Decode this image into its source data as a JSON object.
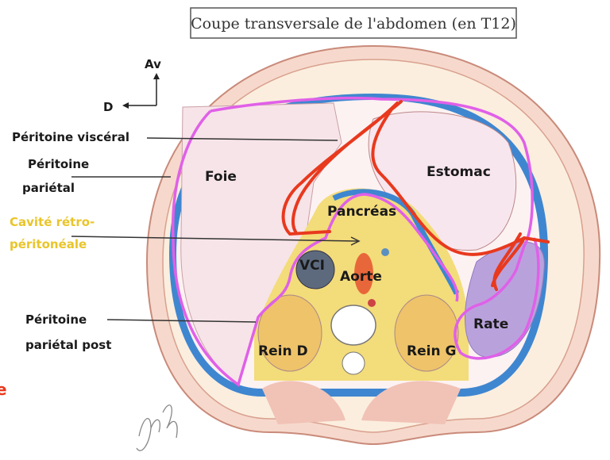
{
  "title": "Coupe transversale de l'abdomen (en T12)",
  "orientation": {
    "anterior": "Av",
    "right": "D"
  },
  "labels": {
    "peritoine_visceral": "Péritoine viscéral",
    "peritoine_parietal_1": "Péritoine",
    "peritoine_parietal_2": "pariétal",
    "cavite_1": "Cavité rétro-",
    "cavite_2": "péritonéale",
    "post_1": "Péritoine",
    "post_2": "pariétal post",
    "cut_letter": "e"
  },
  "organs": {
    "foie": "Foie",
    "estomac": "Estomac",
    "pancreas": "Pancréas",
    "vci": "VCI",
    "aorte": "Aorte",
    "rein_d": "Rein D",
    "rein_g": "Rein G",
    "rate": "Rate"
  },
  "signature": "yh",
  "colors": {
    "peritoneum": "#3f86d0",
    "annotation_pink": "#e060e8",
    "annotation_red": "#e8391e",
    "retro": "#e9c52a"
  }
}
